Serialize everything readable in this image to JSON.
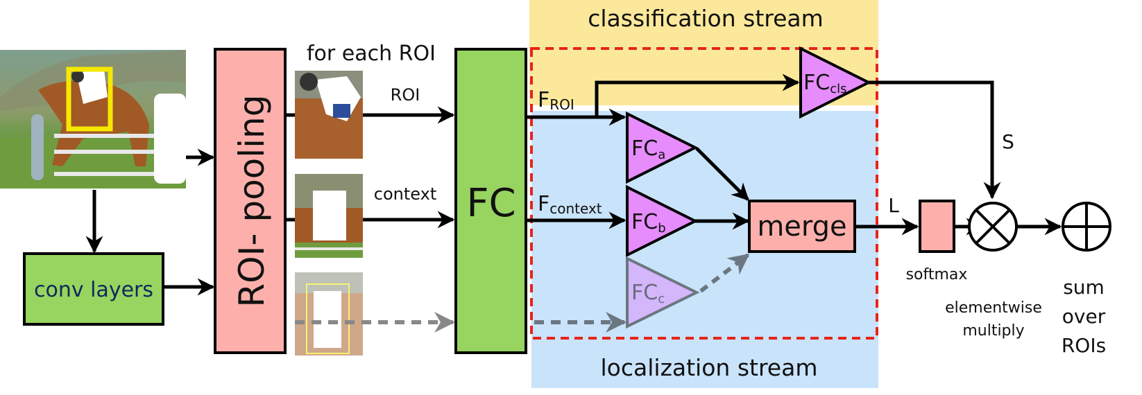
{
  "colors": {
    "classification_bg": "#fbe89a",
    "localization_bg": "#c9e3fa",
    "pink": "#fdb0ab",
    "green": "#98d460",
    "fc_purple": "#e68cfc",
    "fc_faded": "#d4b6fa",
    "red_dash": "#e8231b",
    "gray": "#6b7780",
    "conv_text": "#0e2a5c"
  },
  "labels": {
    "classification_stream": "classification stream",
    "localization_stream": "localization stream",
    "for_each_roi": "for each ROI",
    "roi_arrow": "ROI",
    "context_arrow": "context",
    "roi_pooling": "ROI- pooling",
    "conv_layers": "conv layers",
    "fc": "FC",
    "f_roi_main": "F",
    "f_roi_sub": "ROI",
    "f_context_main": "F",
    "f_context_sub": "context",
    "fc_a_main": "FC",
    "fc_a_sub": "a",
    "fc_b_main": "FC",
    "fc_b_sub": "b",
    "fc_c_main": "FC",
    "fc_c_sub": "c",
    "fc_cls_main": "FC",
    "fc_cls_sub": "cls",
    "merge": "merge",
    "s_label": "S",
    "l_label": "L",
    "softmax": "softmax",
    "elementwise_line1": "elementwise",
    "elementwise_line2": "multiply",
    "sum_line1": "sum",
    "sum_line2": "over",
    "sum_line3": "ROIs"
  }
}
